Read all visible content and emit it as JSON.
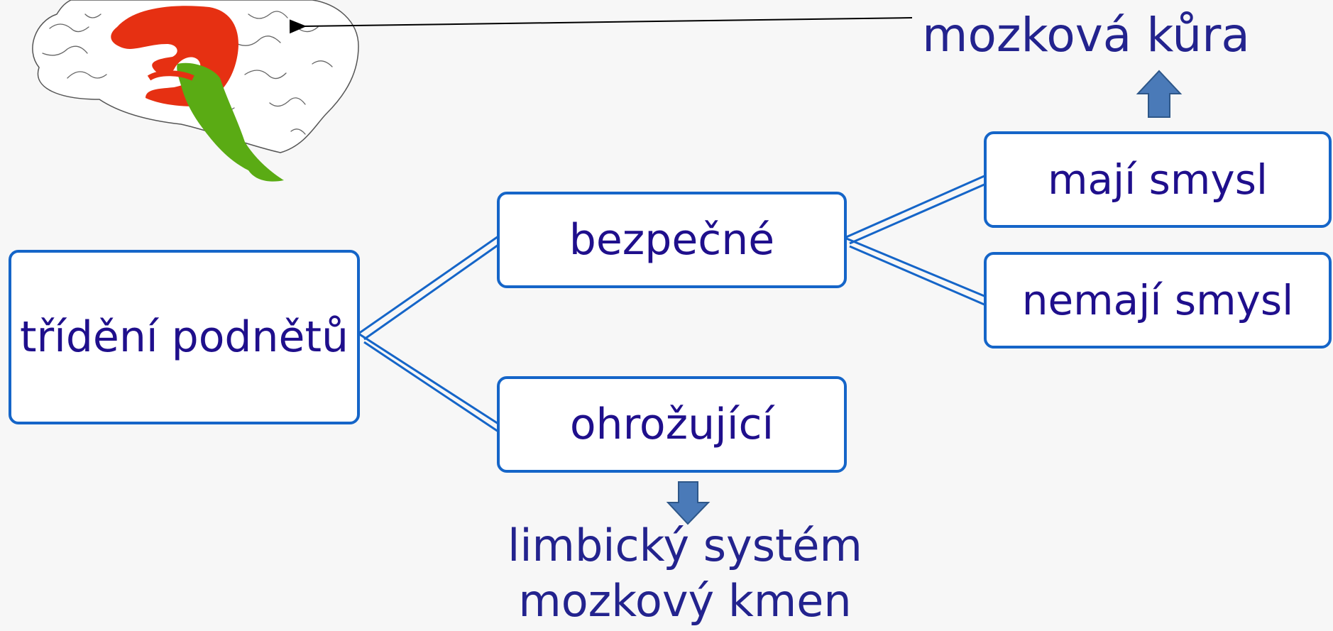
{
  "diagram": {
    "root": "třídění podnětů",
    "safe": "bezpečné",
    "threatening": "ohrožující",
    "meaningful": "mají smysl",
    "not_meaningful": "nemají smysl",
    "cortex_label": "mozková kůra",
    "limbic_label_line1": "limbický systém",
    "limbic_label_line2": "mozkový kmen"
  },
  "colors": {
    "box_border": "#1565c8",
    "text": "#1f0f8c",
    "arrow_fill": "#4a7ab8",
    "arrow_stroke": "#2e5789",
    "brain_limbic": "#e63012",
    "brain_stem": "#5aab14"
  }
}
